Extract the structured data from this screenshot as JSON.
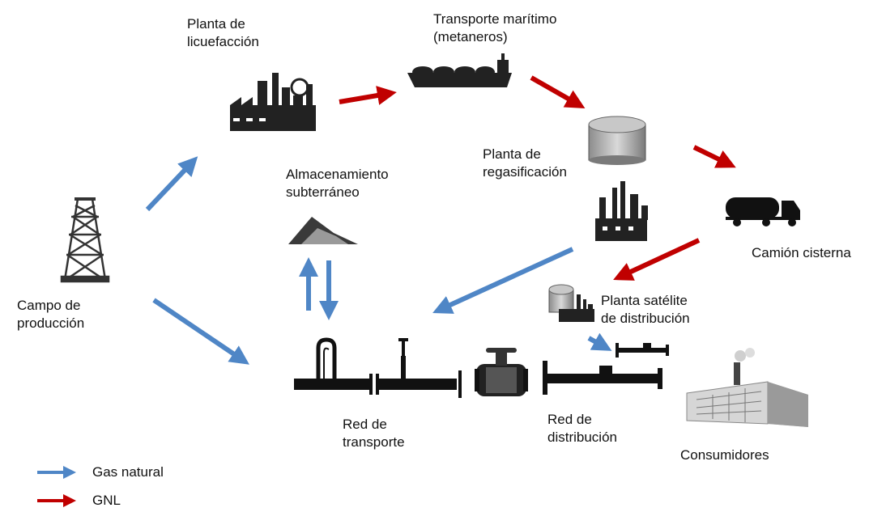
{
  "labels": {
    "liquefaction": [
      "Planta de",
      "licuefacción"
    ],
    "maritime": [
      "Transporte marítimo",
      "(metaneros)"
    ],
    "regasification": [
      "Planta de",
      "regasificación"
    ],
    "storage": [
      "Almacenamiento",
      "subterráneo"
    ],
    "field": [
      "Campo de",
      "producción"
    ],
    "truck": [
      "Camión cisterna"
    ],
    "satellite": [
      "Planta satélite",
      "de distribución"
    ],
    "transport_network": [
      "Red de",
      "transporte"
    ],
    "distribution_network": [
      "Red de",
      "distribución"
    ],
    "consumers": [
      "Consumidores"
    ]
  },
  "legend": [
    {
      "label": "Gas natural",
      "color": "#4f86c6"
    },
    {
      "label": "GNL",
      "color": "#c00000"
    }
  ]
}
